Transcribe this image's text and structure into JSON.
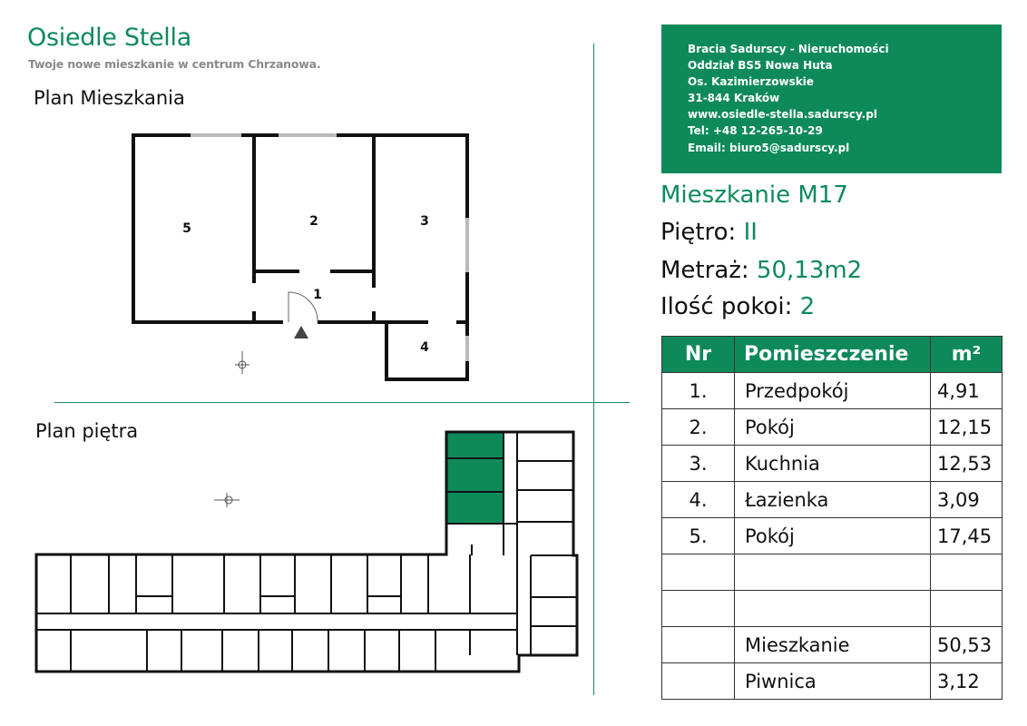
{
  "header": {
    "title": "Osiedle Stella",
    "subtitle": "Twoje nowe mieszkanie w centrum Chrzanowa."
  },
  "sections": {
    "apartment_plan": "Plan Mieszkania",
    "floor_plan": "Plan piętra"
  },
  "plan_labels": [
    "1",
    "2",
    "3",
    "4",
    "5"
  ],
  "contact": [
    "Bracia Sadurscy - Nieruchomości",
    "Oddział BS5 Nowa Huta",
    "Os. Kazimierzowskie",
    "31-844 Kraków",
    "www.osiedle-stella.sadurscy.pl",
    "Tel: +48 12-265-10-29",
    "Email: biuro5@sadurscy.pl"
  ],
  "apartment": {
    "name": "Mieszkanie M17",
    "floor_label": "Piętro:",
    "floor_value": "II",
    "area_label": "Metraż:",
    "area_value": "50,13m2",
    "rooms_label": "Ilość pokoi:",
    "rooms_value": "2"
  },
  "table": {
    "headers": [
      "Nr",
      "Pomieszczenie",
      "m²"
    ],
    "rows": [
      [
        "1.",
        "Przedpokój",
        "4,91"
      ],
      [
        "2.",
        "Pokój",
        "12,15"
      ],
      [
        "3.",
        "Kuchnia",
        "12,53"
      ],
      [
        "4.",
        "Łazienka",
        "3,09"
      ],
      [
        "5.",
        "Pokój",
        "17,45"
      ],
      [
        "",
        "",
        ""
      ],
      [
        "",
        "",
        ""
      ],
      [
        "",
        "Mieszkanie",
        "50,53"
      ],
      [
        "",
        "Piwnica",
        "3,12"
      ]
    ]
  },
  "colors": {
    "brand": "#0e8a5a"
  }
}
